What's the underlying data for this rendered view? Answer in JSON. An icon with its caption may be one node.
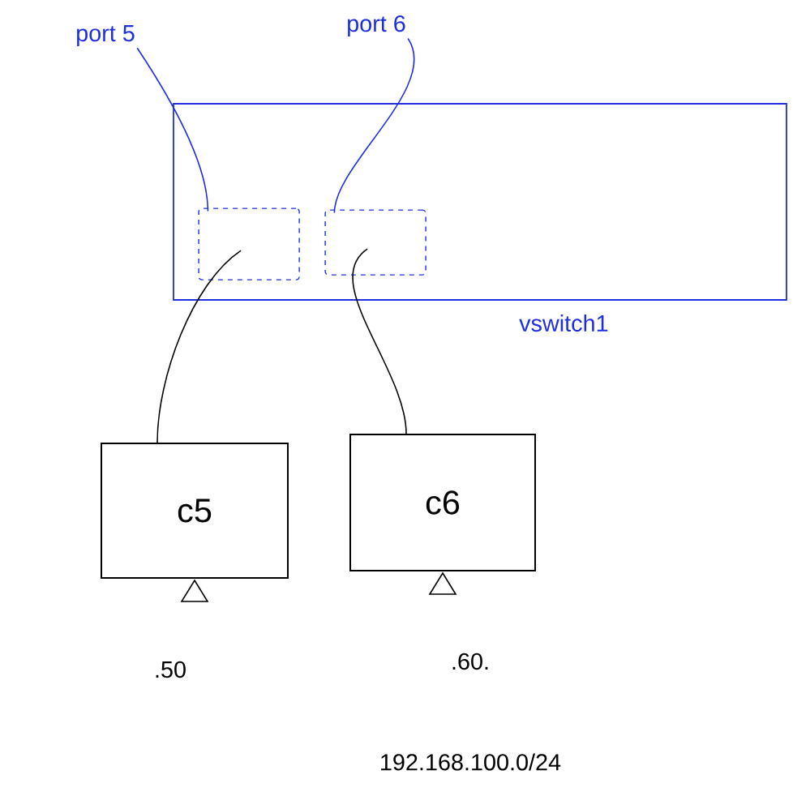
{
  "diagram": {
    "nodes": [
      {
        "text": [
          "vswitch1"
        ]
      },
      {
        "text": [],
        "shape": "box",
        "in": 0
      },
      {
        "text": [],
        "shape": "box",
        "in": 0
      },
      {
        "text": [
          "port 5"
        ]
      },
      {
        "text": [
          "port 6"
        ]
      },
      {
        "text": [
          "c5"
        ],
        "beside": [
          ".50"
        ]
      },
      {
        "text": [
          "c6"
        ],
        "beside": [
          ".60."
        ]
      }
    ],
    "edges": [
      {
        "from": 3,
        "to": 1,
        "arrow": "none",
        "color": "#1f2fe0"
      },
      {
        "from": 4,
        "to": 2,
        "arrow": "none",
        "color": "#1f2fe0"
      },
      {
        "from": 1,
        "to": 5,
        "arrow": "none",
        "color": "#000000"
      },
      {
        "from": 2,
        "to": 6,
        "arrow": "none",
        "color": "#000000"
      }
    ],
    "labels": [
      "192.168.100.0/24"
    ]
  }
}
